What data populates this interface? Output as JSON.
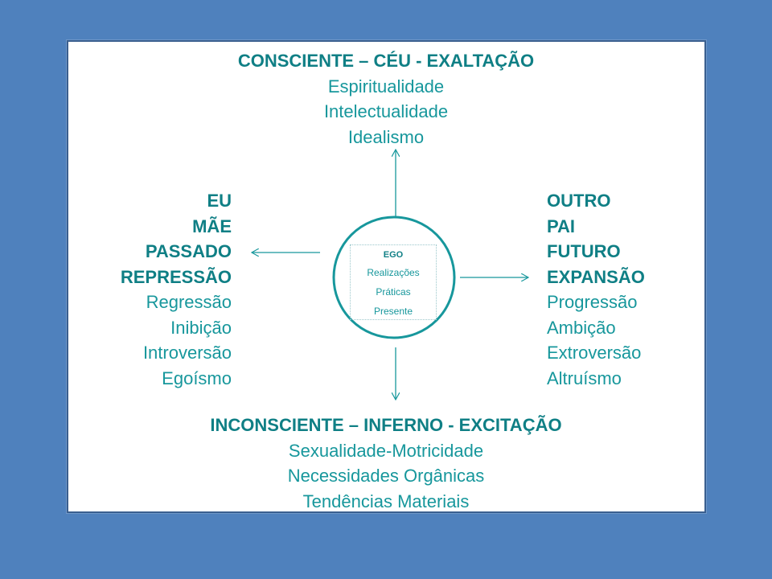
{
  "top": {
    "heading": "CONSCIENTE – CÉU  - EXALTAÇÃO",
    "items": [
      "Espiritualidade",
      "Intelectualidade",
      "Idealismo"
    ]
  },
  "left": {
    "headings": [
      "EU",
      "MÃE",
      "PASSADO",
      "REPRESSÃO"
    ],
    "items": [
      "Regressão",
      "Inibição",
      "Introversão",
      "Egoísmo"
    ]
  },
  "right": {
    "headings": [
      "OUTRO",
      "PAI",
      "FUTURO",
      "EXPANSÃO"
    ],
    "items": [
      "Progressão",
      "Ambição",
      "Extroversão",
      "Altruísmo"
    ]
  },
  "bottom": {
    "heading": "INCONSCIENTE – INFERNO - EXCITAÇÃO",
    "items": [
      "Sexualidade-Motricidade",
      "Necessidades Orgânicas",
      "Tendências Materiais"
    ]
  },
  "center": {
    "title": "EGO",
    "items": [
      "Realizações",
      "Práticas",
      "Presente"
    ]
  },
  "colors": {
    "background": "#4f81bd",
    "panel": "#ffffff",
    "text": "#17979c",
    "heading": "#0f7f85"
  }
}
